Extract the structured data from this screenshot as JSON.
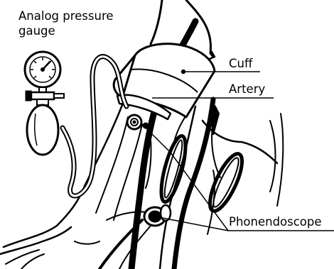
{
  "labels": {
    "gauge_line1": "Analog pressure",
    "gauge_line2": "gauge",
    "cuff": "Cuff",
    "artery": "Artery",
    "phonendoscope": "Phonendoscope"
  },
  "colors": {
    "ink": "#000000",
    "paper": "#ffffff"
  }
}
